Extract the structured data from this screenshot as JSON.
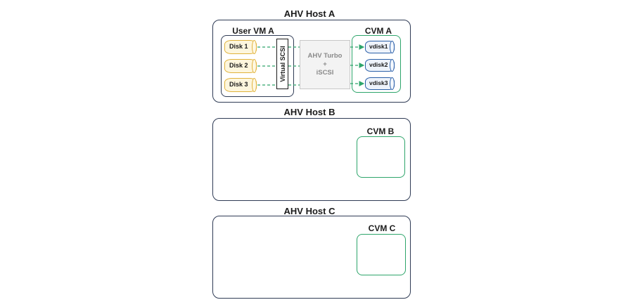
{
  "host_a": {
    "title": "AHV Host A",
    "user_vm": {
      "title": "User VM A",
      "disks": [
        "Disk 1",
        "Disk 2",
        "Disk 3"
      ]
    },
    "virtual_scsi": "Virtual SCSI",
    "turbo": {
      "line1": "AHV Turbo",
      "line2": "+",
      "line3": "iSCSI"
    },
    "cvm": {
      "title": "CVM A",
      "vdisks": [
        "vdisk1",
        "vdisk2",
        "vdisk3"
      ]
    }
  },
  "host_b": {
    "title": "AHV Host B",
    "cvm_title": "CVM B"
  },
  "host_c": {
    "title": "AHV Host C",
    "cvm_title": "CVM C"
  },
  "colors": {
    "host_border": "#2f3b55",
    "cvm_border": "#2ea56b",
    "disk_border": "#e0b23a",
    "vdisk_border": "#2a5fa8",
    "link": "#2ea56b"
  }
}
